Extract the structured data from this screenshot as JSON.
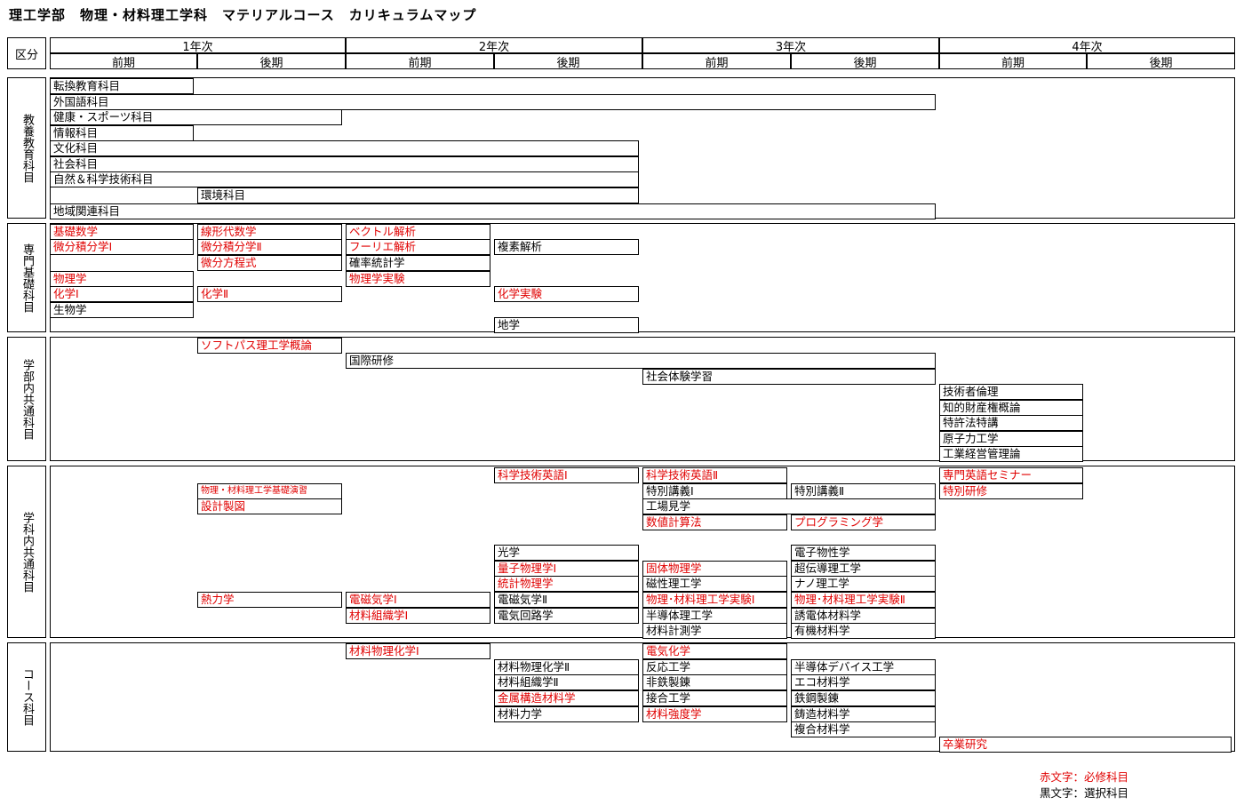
{
  "title": "理工学部　物理・材料理工学科　マテリアルコース　カリキュラムマップ",
  "header": {
    "kubun": "区分",
    "years": [
      "1年次",
      "2年次",
      "3年次",
      "4年次"
    ],
    "zenki": "前期",
    "kouki": "後期"
  },
  "categories": [
    {
      "key": "kyoyo",
      "label": "教養教育科目"
    },
    {
      "key": "senmon",
      "label": "専門基礎科目"
    },
    {
      "key": "gakubu",
      "label": "学部内共通科目"
    },
    {
      "key": "gakka",
      "label": "学科内共通科目"
    },
    {
      "key": "course",
      "label": "コース科目"
    }
  ],
  "colors": {
    "required": "#e00000",
    "elective": "#000000"
  },
  "courses": [
    {
      "text": "転換教育科目",
      "required": false,
      "start": 0,
      "end": 0,
      "row": 0
    },
    {
      "text": "外国語科目",
      "required": false,
      "start": 0,
      "end": 5,
      "row": 1
    },
    {
      "text": "健康・スポーツ科目",
      "required": false,
      "start": 0,
      "end": 1,
      "row": 2
    },
    {
      "text": "情報科目",
      "required": false,
      "start": 0,
      "end": 0,
      "row": 3
    },
    {
      "text": "文化科目",
      "required": false,
      "start": 0,
      "end": 3,
      "row": 4
    },
    {
      "text": "社会科目",
      "required": false,
      "start": 0,
      "end": 3,
      "row": 5
    },
    {
      "text": "自然＆科学技術科目",
      "required": false,
      "start": 0,
      "end": 3,
      "row": 6
    },
    {
      "text": "環境科目",
      "required": false,
      "start": 1,
      "end": 3,
      "row": 7
    },
    {
      "text": "地域関連科目",
      "required": false,
      "start": 0,
      "end": 5,
      "row": 8
    },
    {
      "text": "基礎数学",
      "required": true,
      "start": 0,
      "end": 0,
      "row": 9
    },
    {
      "text": "微分積分学Ⅰ",
      "required": true,
      "start": 0,
      "end": 0,
      "row": 10
    },
    {
      "text": "線形代数学",
      "required": true,
      "start": 1,
      "end": 1,
      "row": 9
    },
    {
      "text": "微分積分学Ⅱ",
      "required": true,
      "start": 1,
      "end": 1,
      "row": 10
    },
    {
      "text": "微分方程式",
      "required": true,
      "start": 1,
      "end": 1,
      "row": 11
    },
    {
      "text": "ベクトル解析",
      "required": true,
      "start": 2,
      "end": 2,
      "row": 9
    },
    {
      "text": "フーリエ解析",
      "required": true,
      "start": 2,
      "end": 2,
      "row": 10
    },
    {
      "text": "確率統計学",
      "required": false,
      "start": 2,
      "end": 2,
      "row": 11
    },
    {
      "text": "物理学実験",
      "required": true,
      "start": 2,
      "end": 2,
      "row": 12
    },
    {
      "text": "複素解析",
      "required": false,
      "start": 3,
      "end": 3,
      "row": 10
    },
    {
      "text": "物理学",
      "required": true,
      "start": 0,
      "end": 0,
      "row": 12
    },
    {
      "text": "化学Ⅰ",
      "required": true,
      "start": 0,
      "end": 0,
      "row": 13
    },
    {
      "text": "生物学",
      "required": false,
      "start": 0,
      "end": 0,
      "row": 14
    },
    {
      "text": "化学Ⅱ",
      "required": true,
      "start": 1,
      "end": 1,
      "row": 13
    },
    {
      "text": "化学実験",
      "required": true,
      "start": 3,
      "end": 3,
      "row": 13
    },
    {
      "text": "地学",
      "required": false,
      "start": 3,
      "end": 3,
      "row": 15
    },
    {
      "text": "ソフトパス理工学概論",
      "required": true,
      "start": 1,
      "end": 1,
      "row": 16
    },
    {
      "text": "国際研修",
      "required": false,
      "start": 2,
      "end": 5,
      "row": 17
    },
    {
      "text": "社会体験学習",
      "required": false,
      "start": 4,
      "end": 5,
      "row": 18
    },
    {
      "text": "技術者倫理",
      "required": false,
      "start": 6,
      "end": 6,
      "row": 19
    },
    {
      "text": "知的財産権概論",
      "required": false,
      "start": 6,
      "end": 6,
      "row": 20
    },
    {
      "text": "特許法特講",
      "required": false,
      "start": 6,
      "end": 6,
      "row": 21
    },
    {
      "text": "原子力工学",
      "required": false,
      "start": 6,
      "end": 6,
      "row": 22
    },
    {
      "text": "工業経営管理論",
      "required": false,
      "start": 6,
      "end": 6,
      "row": 23
    },
    {
      "text": "科学技術英語Ⅰ",
      "required": true,
      "start": 3,
      "end": 3,
      "row": 24
    },
    {
      "text": "科学技術英語Ⅱ",
      "required": true,
      "start": 4,
      "end": 4,
      "row": 24
    },
    {
      "text": "専門英語セミナー",
      "required": true,
      "start": 6,
      "end": 6,
      "row": 24
    },
    {
      "text": "物理・材料理工学基礎演習",
      "required": true,
      "small": true,
      "start": 1,
      "end": 1,
      "row": 25
    },
    {
      "text": "設計製図",
      "required": true,
      "start": 1,
      "end": 1,
      "row": 26
    },
    {
      "text": "特別講義Ⅰ",
      "required": false,
      "start": 4,
      "end": 4,
      "row": 25
    },
    {
      "text": "特別講義Ⅱ",
      "required": false,
      "start": 5,
      "end": 5,
      "row": 25
    },
    {
      "text": "特別研修",
      "required": true,
      "start": 6,
      "end": 6,
      "row": 25
    },
    {
      "text": "工場見学",
      "required": false,
      "start": 4,
      "end": 5,
      "row": 26
    },
    {
      "text": "数値計算法",
      "required": true,
      "start": 4,
      "end": 4,
      "row": 27
    },
    {
      "text": "プログラミング学",
      "required": true,
      "start": 5,
      "end": 5,
      "row": 27
    },
    {
      "text": "光学",
      "required": false,
      "start": 3,
      "end": 3,
      "row": 28
    },
    {
      "text": "量子物理学Ⅰ",
      "required": true,
      "start": 3,
      "end": 3,
      "row": 29
    },
    {
      "text": "統計物理学",
      "required": true,
      "start": 3,
      "end": 3,
      "row": 30
    },
    {
      "text": "電磁気学Ⅱ",
      "required": false,
      "start": 3,
      "end": 3,
      "row": 31
    },
    {
      "text": "電気回路学",
      "required": false,
      "start": 3,
      "end": 3,
      "row": 32
    },
    {
      "text": "固体物理学",
      "required": true,
      "start": 4,
      "end": 4,
      "row": 29
    },
    {
      "text": "磁性理工学",
      "required": false,
      "start": 4,
      "end": 4,
      "row": 30
    },
    {
      "text": "物理･材料理工学実験Ⅰ",
      "required": true,
      "start": 4,
      "end": 4,
      "row": 31
    },
    {
      "text": "半導体理工学",
      "required": false,
      "start": 4,
      "end": 4,
      "row": 32
    },
    {
      "text": "材料計測学",
      "required": false,
      "start": 4,
      "end": 4,
      "row": 33
    },
    {
      "text": "電子物性学",
      "required": false,
      "start": 5,
      "end": 5,
      "row": 28
    },
    {
      "text": "超伝導理工学",
      "required": false,
      "start": 5,
      "end": 5,
      "row": 29
    },
    {
      "text": "ナノ理工学",
      "required": false,
      "start": 5,
      "end": 5,
      "row": 30
    },
    {
      "text": "物理･材料理工学実験Ⅱ",
      "required": true,
      "start": 5,
      "end": 5,
      "row": 31
    },
    {
      "text": "誘電体材料学",
      "required": false,
      "start": 5,
      "end": 5,
      "row": 32
    },
    {
      "text": "有機材料学",
      "required": false,
      "start": 5,
      "end": 5,
      "row": 33
    },
    {
      "text": "熱力学",
      "required": true,
      "start": 1,
      "end": 1,
      "row": 31
    },
    {
      "text": "電磁気学Ⅰ",
      "required": true,
      "start": 2,
      "end": 2,
      "row": 31
    },
    {
      "text": "材料組織学Ⅰ",
      "required": true,
      "start": 2,
      "end": 2,
      "row": 32
    },
    {
      "text": "材料物理化学Ⅰ",
      "required": true,
      "start": 2,
      "end": 2,
      "row": 34
    },
    {
      "text": "材料物理化学Ⅱ",
      "required": false,
      "start": 3,
      "end": 3,
      "row": 35
    },
    {
      "text": "材料組織学Ⅱ",
      "required": false,
      "start": 3,
      "end": 3,
      "row": 36
    },
    {
      "text": "金属構造材料学",
      "required": true,
      "start": 3,
      "end": 3,
      "row": 37
    },
    {
      "text": "材料力学",
      "required": false,
      "start": 3,
      "end": 3,
      "row": 38
    },
    {
      "text": "電気化学",
      "required": true,
      "start": 4,
      "end": 4,
      "row": 34
    },
    {
      "text": "反応工学",
      "required": false,
      "start": 4,
      "end": 4,
      "row": 35
    },
    {
      "text": "非鉄製錬",
      "required": false,
      "start": 4,
      "end": 4,
      "row": 36
    },
    {
      "text": "接合工学",
      "required": false,
      "start": 4,
      "end": 4,
      "row": 37
    },
    {
      "text": "材料強度学",
      "required": true,
      "start": 4,
      "end": 4,
      "row": 38
    },
    {
      "text": "半導体デバイス工学",
      "required": false,
      "start": 5,
      "end": 5,
      "row": 35
    },
    {
      "text": "エコ材料学",
      "required": false,
      "start": 5,
      "end": 5,
      "row": 36
    },
    {
      "text": "鉄鋼製錬",
      "required": false,
      "start": 5,
      "end": 5,
      "row": 37
    },
    {
      "text": "鋳造材料学",
      "required": false,
      "start": 5,
      "end": 5,
      "row": 38
    },
    {
      "text": "複合材料学",
      "required": false,
      "start": 5,
      "end": 5,
      "row": 39
    },
    {
      "text": "卒業研究",
      "required": true,
      "start": 6,
      "end": 7,
      "row": 40
    }
  ],
  "legend": {
    "red": "赤文字：必修科目",
    "black": "黒文字：選択科目"
  }
}
